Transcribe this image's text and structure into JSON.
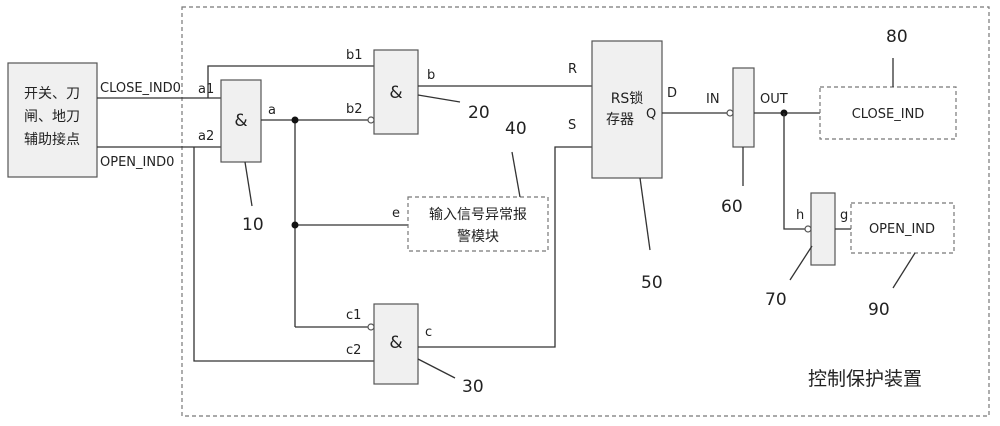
{
  "source_box": {
    "lines": [
      "开关、刀",
      "闸、地刀",
      "辅助接点"
    ]
  },
  "signals": {
    "close_in": "CLOSE_IND0",
    "open_in": "OPEN_IND0"
  },
  "gate10": {
    "symbol": "&",
    "in1": "a1",
    "in2": "a2",
    "out": "a",
    "ref": "10"
  },
  "gate20": {
    "symbol": "&",
    "in1": "b1",
    "in2": "b2",
    "out": "b",
    "ref": "20"
  },
  "gate30": {
    "symbol": "&",
    "in1": "c1",
    "in2": "c2",
    "out": "c",
    "ref": "30"
  },
  "alarm": {
    "lines": [
      "输入信号异常报",
      "警模块"
    ],
    "in": "e",
    "ref": "40"
  },
  "latch": {
    "lines": [
      "RS锁",
      "存器"
    ],
    "r": "R",
    "s": "S",
    "q": "Q",
    "out": "D",
    "ref": "50"
  },
  "inv60": {
    "in": "IN",
    "out": "OUT",
    "ref": "60"
  },
  "gate70": {
    "in": "h",
    "out": "g",
    "ref": "70"
  },
  "close_out": {
    "label": "CLOSE_IND",
    "ref": "80"
  },
  "open_out": {
    "label": "OPEN_IND",
    "ref": "90"
  },
  "device_label": "控制保护装置"
}
